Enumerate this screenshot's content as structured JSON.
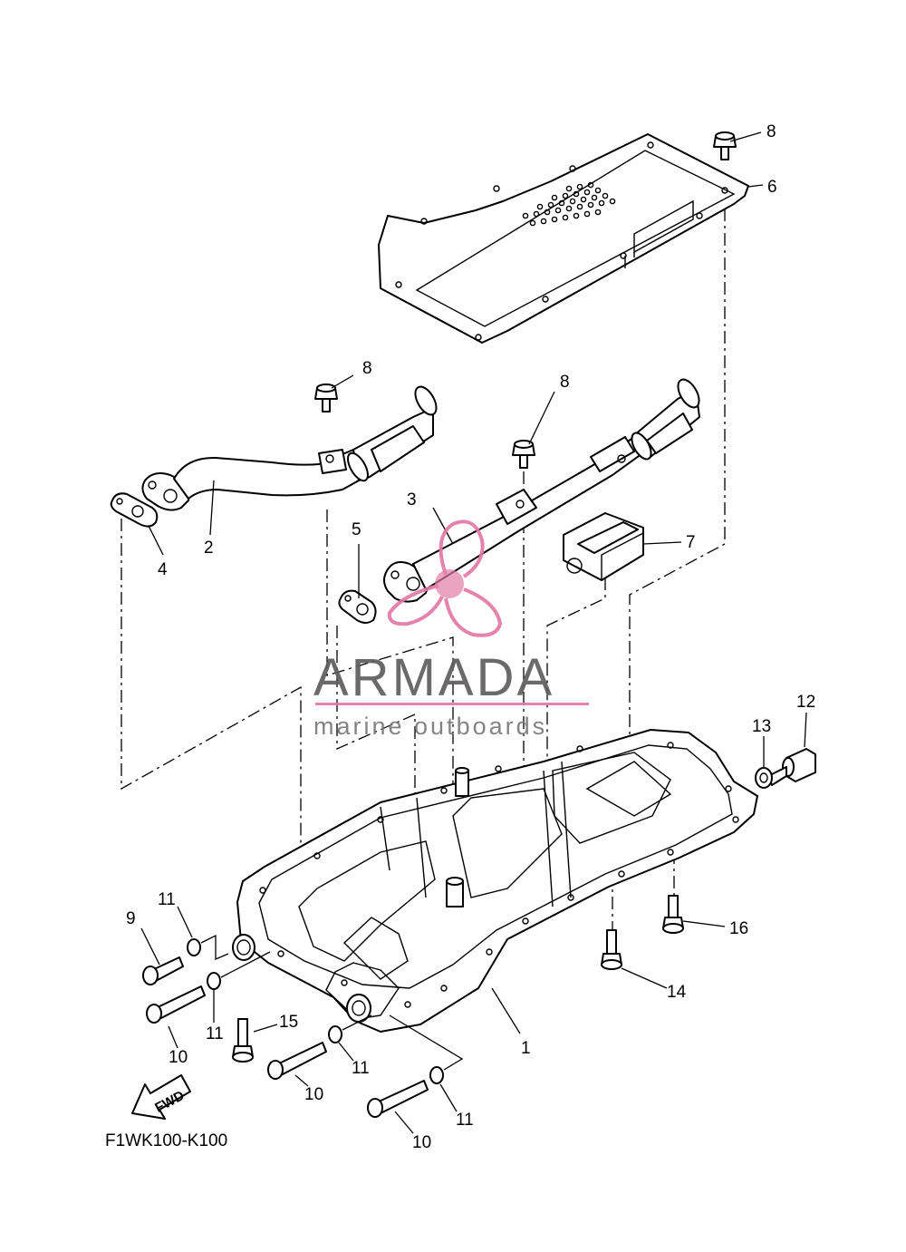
{
  "drawing_code": "F1WK100-K100",
  "fwd_label": "FWD",
  "watermark": {
    "brand": "ARMADA",
    "tagline": "marine outboards",
    "accent_color": "#e27aa6",
    "text_color": "#5e5e5e"
  },
  "callouts": [
    {
      "id": "c1",
      "label": "1"
    },
    {
      "id": "c2",
      "label": "2"
    },
    {
      "id": "c3",
      "label": "3"
    },
    {
      "id": "c4",
      "label": "4"
    },
    {
      "id": "c5",
      "label": "5"
    },
    {
      "id": "c6",
      "label": "6"
    },
    {
      "id": "c7",
      "label": "7"
    },
    {
      "id": "c8a",
      "label": "8"
    },
    {
      "id": "c8b",
      "label": "8"
    },
    {
      "id": "c8c",
      "label": "8"
    },
    {
      "id": "c9",
      "label": "9"
    },
    {
      "id": "c10a",
      "label": "10"
    },
    {
      "id": "c10b",
      "label": "10"
    },
    {
      "id": "c10c",
      "label": "10"
    },
    {
      "id": "c11a",
      "label": "11"
    },
    {
      "id": "c11b",
      "label": "11"
    },
    {
      "id": "c11c",
      "label": "11"
    },
    {
      "id": "c11d",
      "label": "11"
    },
    {
      "id": "c12",
      "label": "12"
    },
    {
      "id": "c13",
      "label": "13"
    },
    {
      "id": "c14",
      "label": "14"
    },
    {
      "id": "c15",
      "label": "15"
    },
    {
      "id": "c16",
      "label": "16"
    }
  ]
}
